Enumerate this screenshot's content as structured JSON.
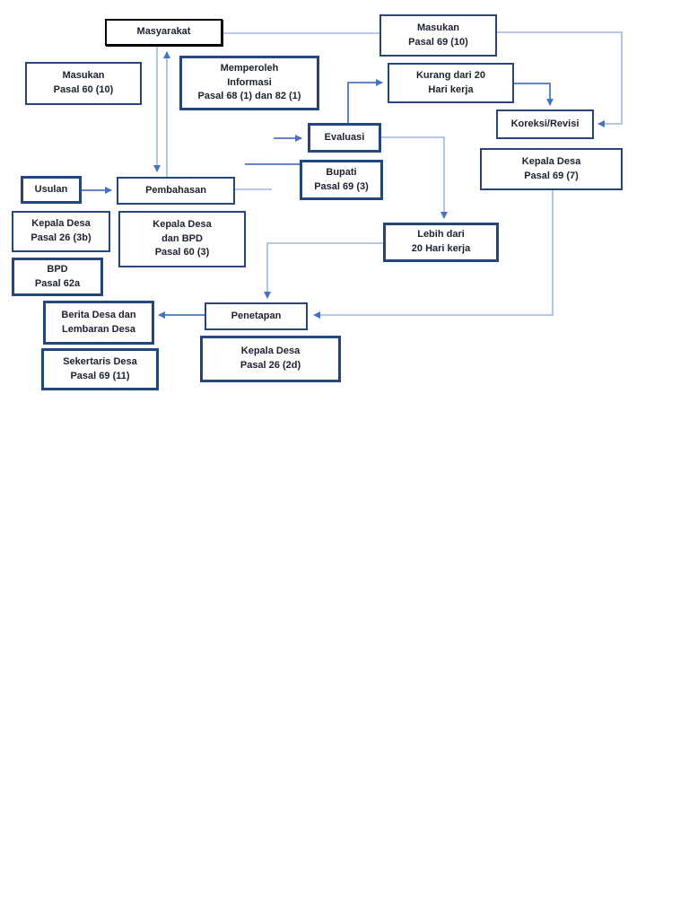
{
  "page": {
    "background": "#ffffff"
  },
  "colors": {
    "box_border": "#24467c",
    "box_border_black": "#000000",
    "text": "#1c2130",
    "connector_light": "#9db5de",
    "connector_mid": "#4b77c4",
    "arrowhead": "#4472c4"
  },
  "nodes": {
    "masyarakat": {
      "lines": [
        "Masyarakat"
      ]
    },
    "masukan_pasal_69_10": {
      "lines": [
        "Masukan",
        "Pasal 69 (10)"
      ]
    },
    "masukan_pasal_60_10": {
      "lines": [
        "Masukan",
        "Pasal 60 (10)"
      ]
    },
    "memperoleh_informasi": {
      "lines": [
        "Memperoleh",
        "Informasi",
        "Pasal 68 (1) dan 82 (1)"
      ]
    },
    "kurang_dari_20": {
      "lines": [
        "Kurang dari 20",
        "Hari kerja"
      ]
    },
    "koreksi_revisi": {
      "lines": [
        "Koreksi/Revisi"
      ]
    },
    "evaluasi": {
      "lines": [
        "Evaluasi"
      ]
    },
    "kepala_desa_pasal_69_7": {
      "lines": [
        "Kepala Desa",
        "Pasal 69 (7)"
      ]
    },
    "bupati_pasal_69_3": {
      "lines": [
        "Bupati",
        "Pasal 69 (3)"
      ]
    },
    "usulan": {
      "lines": [
        "Usulan"
      ]
    },
    "pembahasan": {
      "lines": [
        "Pembahasan"
      ]
    },
    "kepala_desa_pasal_26_3b": {
      "lines": [
        "Kepala Desa",
        "Pasal 26 (3b)"
      ]
    },
    "kepala_desa_dan_bpd": {
      "lines": [
        "Kepala Desa",
        "dan BPD",
        "Pasal 60 (3)"
      ]
    },
    "bpd_pasal_62a": {
      "lines": [
        "BPD",
        "Pasal 62a"
      ]
    },
    "lebih_dari_20": {
      "lines": [
        "Lebih dari",
        "20 Hari kerja"
      ]
    },
    "berita_desa": {
      "lines": [
        "Berita Desa dan",
        "Lembaran Desa"
      ]
    },
    "penetapan": {
      "lines": [
        "Penetapan"
      ]
    },
    "kepala_desa_pasal_26_2d": {
      "lines": [
        "Kepala Desa",
        "Pasal 26 (2d)"
      ]
    },
    "sekertaris_desa": {
      "lines": [
        "Sekertaris Desa",
        "Pasal 69 (11)"
      ]
    }
  }
}
